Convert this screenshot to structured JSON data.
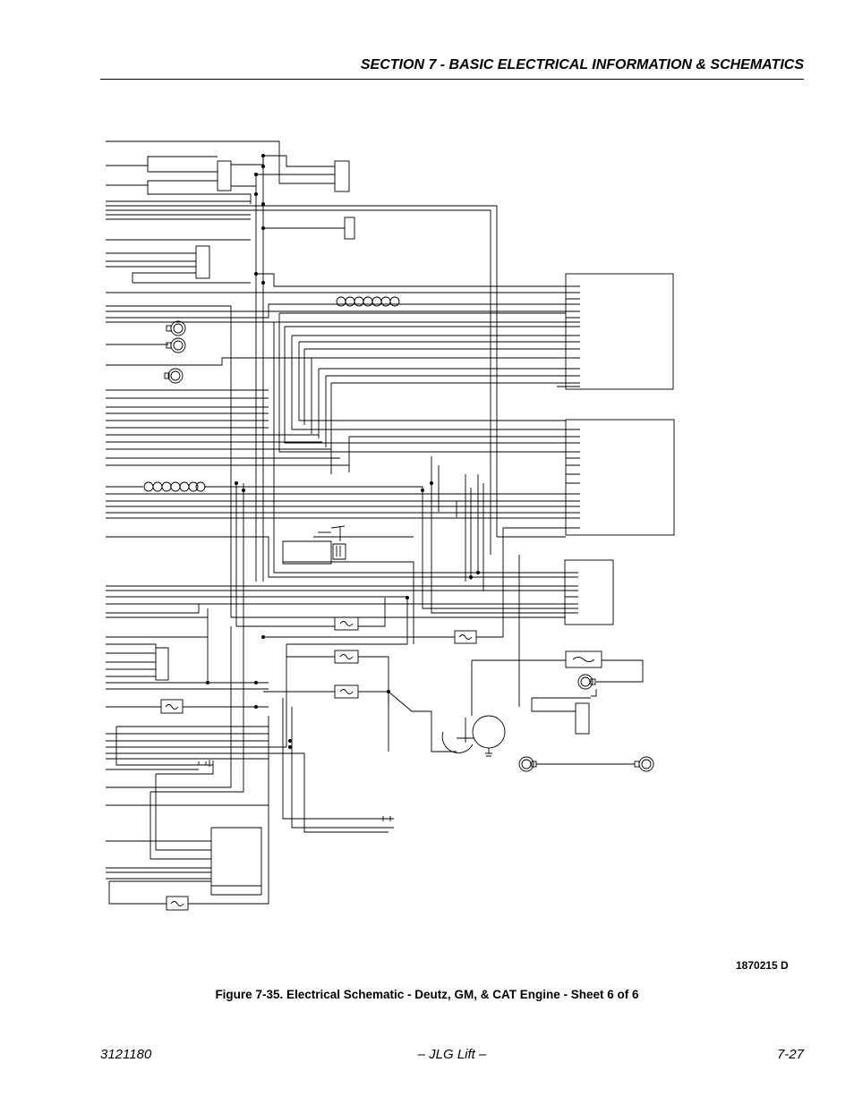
{
  "header": {
    "section_title": "SECTION 7 - BASIC ELECTRICAL INFORMATION & SCHEMATICS"
  },
  "figure": {
    "drawing_number": "1870215 D",
    "caption": "Figure 7-35.  Electrical Schematic - Deutz, GM, & CAT Engine - Sheet 6 of 6"
  },
  "footer": {
    "doc_number": "3121180",
    "center": "– JLG Lift –",
    "page_number": "7-27"
  }
}
